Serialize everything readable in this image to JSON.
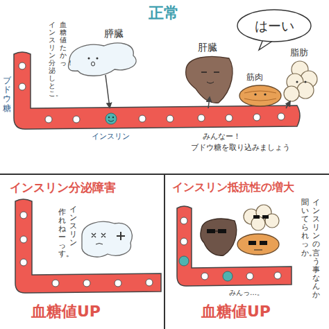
{
  "diagram": {
    "nodes": [
      {
        "text": [
          "正常"
        ]
      },
      {
        "text": [
          "はーい"
        ],
        "in": 0
      },
      {
        "text": [
          "インスリン分泌障害"
        ]
      },
      {
        "text": [
          "インスリン抵抗性の増大"
        ]
      }
    ],
    "labels": [
      "血糖値たかっ！",
      "インスリン分泌しとこ。",
      "膵臓",
      "ブドウ糖",
      "インスリン",
      "肝臓",
      "筋肉",
      "脂肪",
      "みんなー！",
      "ブドウ糖を取り込みましょう",
      "インスリン",
      "作れねーっす。",
      "血糖値UP",
      "インスリンの言う事なんか",
      "聞いてられっか。",
      "みんっ…。",
      "血糖値UP"
    ]
  }
}
